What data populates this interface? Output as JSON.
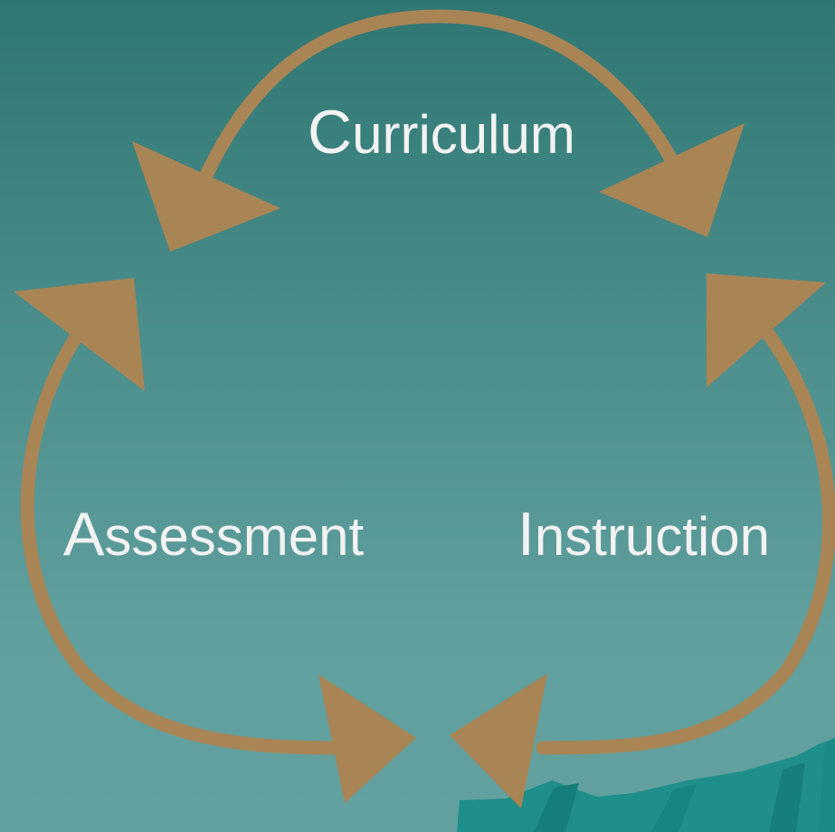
{
  "diagram": {
    "nodes": [
      {
        "id": "curriculum",
        "initial": "C",
        "rest": "urriculum",
        "text": "Curriculum"
      },
      {
        "id": "assessment",
        "initial": "A",
        "rest": "ssessment",
        "text": "Assessment"
      },
      {
        "id": "instruction",
        "initial": "I",
        "rest": "nstruction",
        "text": "Instruction"
      }
    ],
    "arrows": [
      {
        "connects": [
          "curriculum",
          "assessment"
        ],
        "direction": "both"
      },
      {
        "connects": [
          "curriculum",
          "instruction"
        ],
        "direction": "both"
      },
      {
        "connects": [
          "assessment",
          "instruction"
        ],
        "direction": "both"
      }
    ]
  },
  "colors": {
    "arrow": "#a98455",
    "text": "#f2f2f2",
    "background_top": "#2f7773",
    "background_bottom": "#62a19f",
    "decoration": "#1f8f8c"
  },
  "decoration": {
    "icon": "teal-rock-formation-icon"
  }
}
